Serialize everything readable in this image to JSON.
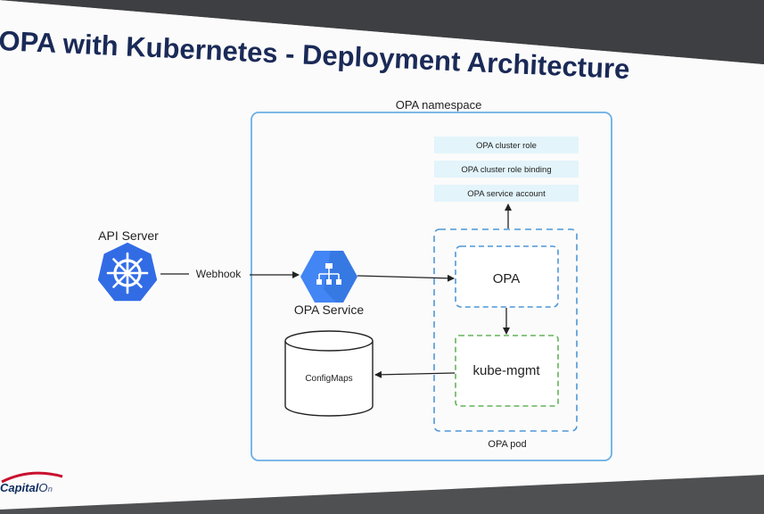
{
  "slide": {
    "title": "OPA with Kubernetes - Deployment Architecture",
    "logo_text": "Capital On"
  },
  "diagram": {
    "namespace_label": "OPA namespace",
    "rbac_items": [
      "OPA cluster role",
      "OPA cluster role binding",
      "OPA service account"
    ],
    "api_server_label": "API Server",
    "webhook_label": "Webhook",
    "service_label": "OPA Service",
    "opa_label": "OPA",
    "kube_mgmt_label": "kube-mgmt",
    "configmaps_label": "ConfigMaps",
    "pod_label": "OPA pod"
  },
  "colors": {
    "title": "#1a2a57",
    "k8s_blue": "#326ce5",
    "gcp_blue": "#4285f4",
    "namespace_border": "#6aaee6",
    "opa_dash": "#4f97d6",
    "kube_dash": "#65b35a",
    "rbac_fill": "#e3f4fb",
    "logo_red": "#c8102e",
    "logo_navy": "#0d2b5e"
  },
  "icons": {
    "api_server": "kubernetes-helm-icon",
    "service": "network-hierarchy-icon"
  }
}
